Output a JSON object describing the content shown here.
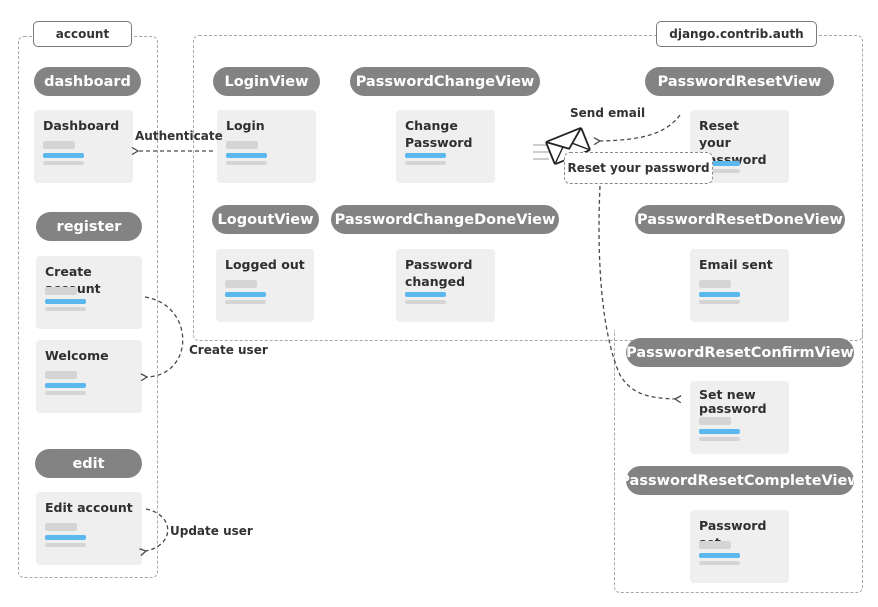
{
  "groups": {
    "account": "account",
    "django_auth": "django.contrib.auth"
  },
  "views": {
    "dashboard": "dashboard",
    "register": "register",
    "edit": "edit",
    "login": "LoginView",
    "logout": "LogoutView",
    "password_change": "PasswordChangeView",
    "password_change_done": "PasswordChangeDoneView",
    "password_reset": "PasswordResetView",
    "password_reset_done": "PasswordResetDoneView",
    "password_reset_confirm": "PasswordResetConfirmView",
    "password_reset_complete": "PasswordResetCompleteView"
  },
  "pages": {
    "dashboard": "Dashboard",
    "create_account": "Create account",
    "welcome": "Welcome",
    "edit_account": "Edit account",
    "login": "Login",
    "logged_out": "Logged out",
    "change_password": "Change Password",
    "password_changed": "Password changed",
    "reset_password": "Reset your password",
    "email_sent": "Email sent",
    "set_new_password": "Set new password",
    "password_set": "Password set"
  },
  "connections": {
    "authenticate": "Authenticate",
    "create_user": "Create user",
    "update_user": "Update user",
    "send_email": "Send email",
    "email_bubble": "Reset your password"
  },
  "icons": {
    "email": "envelope-icon"
  },
  "colors": {
    "pill": "#838383",
    "card": "#efefef",
    "accent_bar": "#5bb8ef",
    "placeholder_bar": "#d5d5d5",
    "dashed_border": "#a7a7a7"
  }
}
